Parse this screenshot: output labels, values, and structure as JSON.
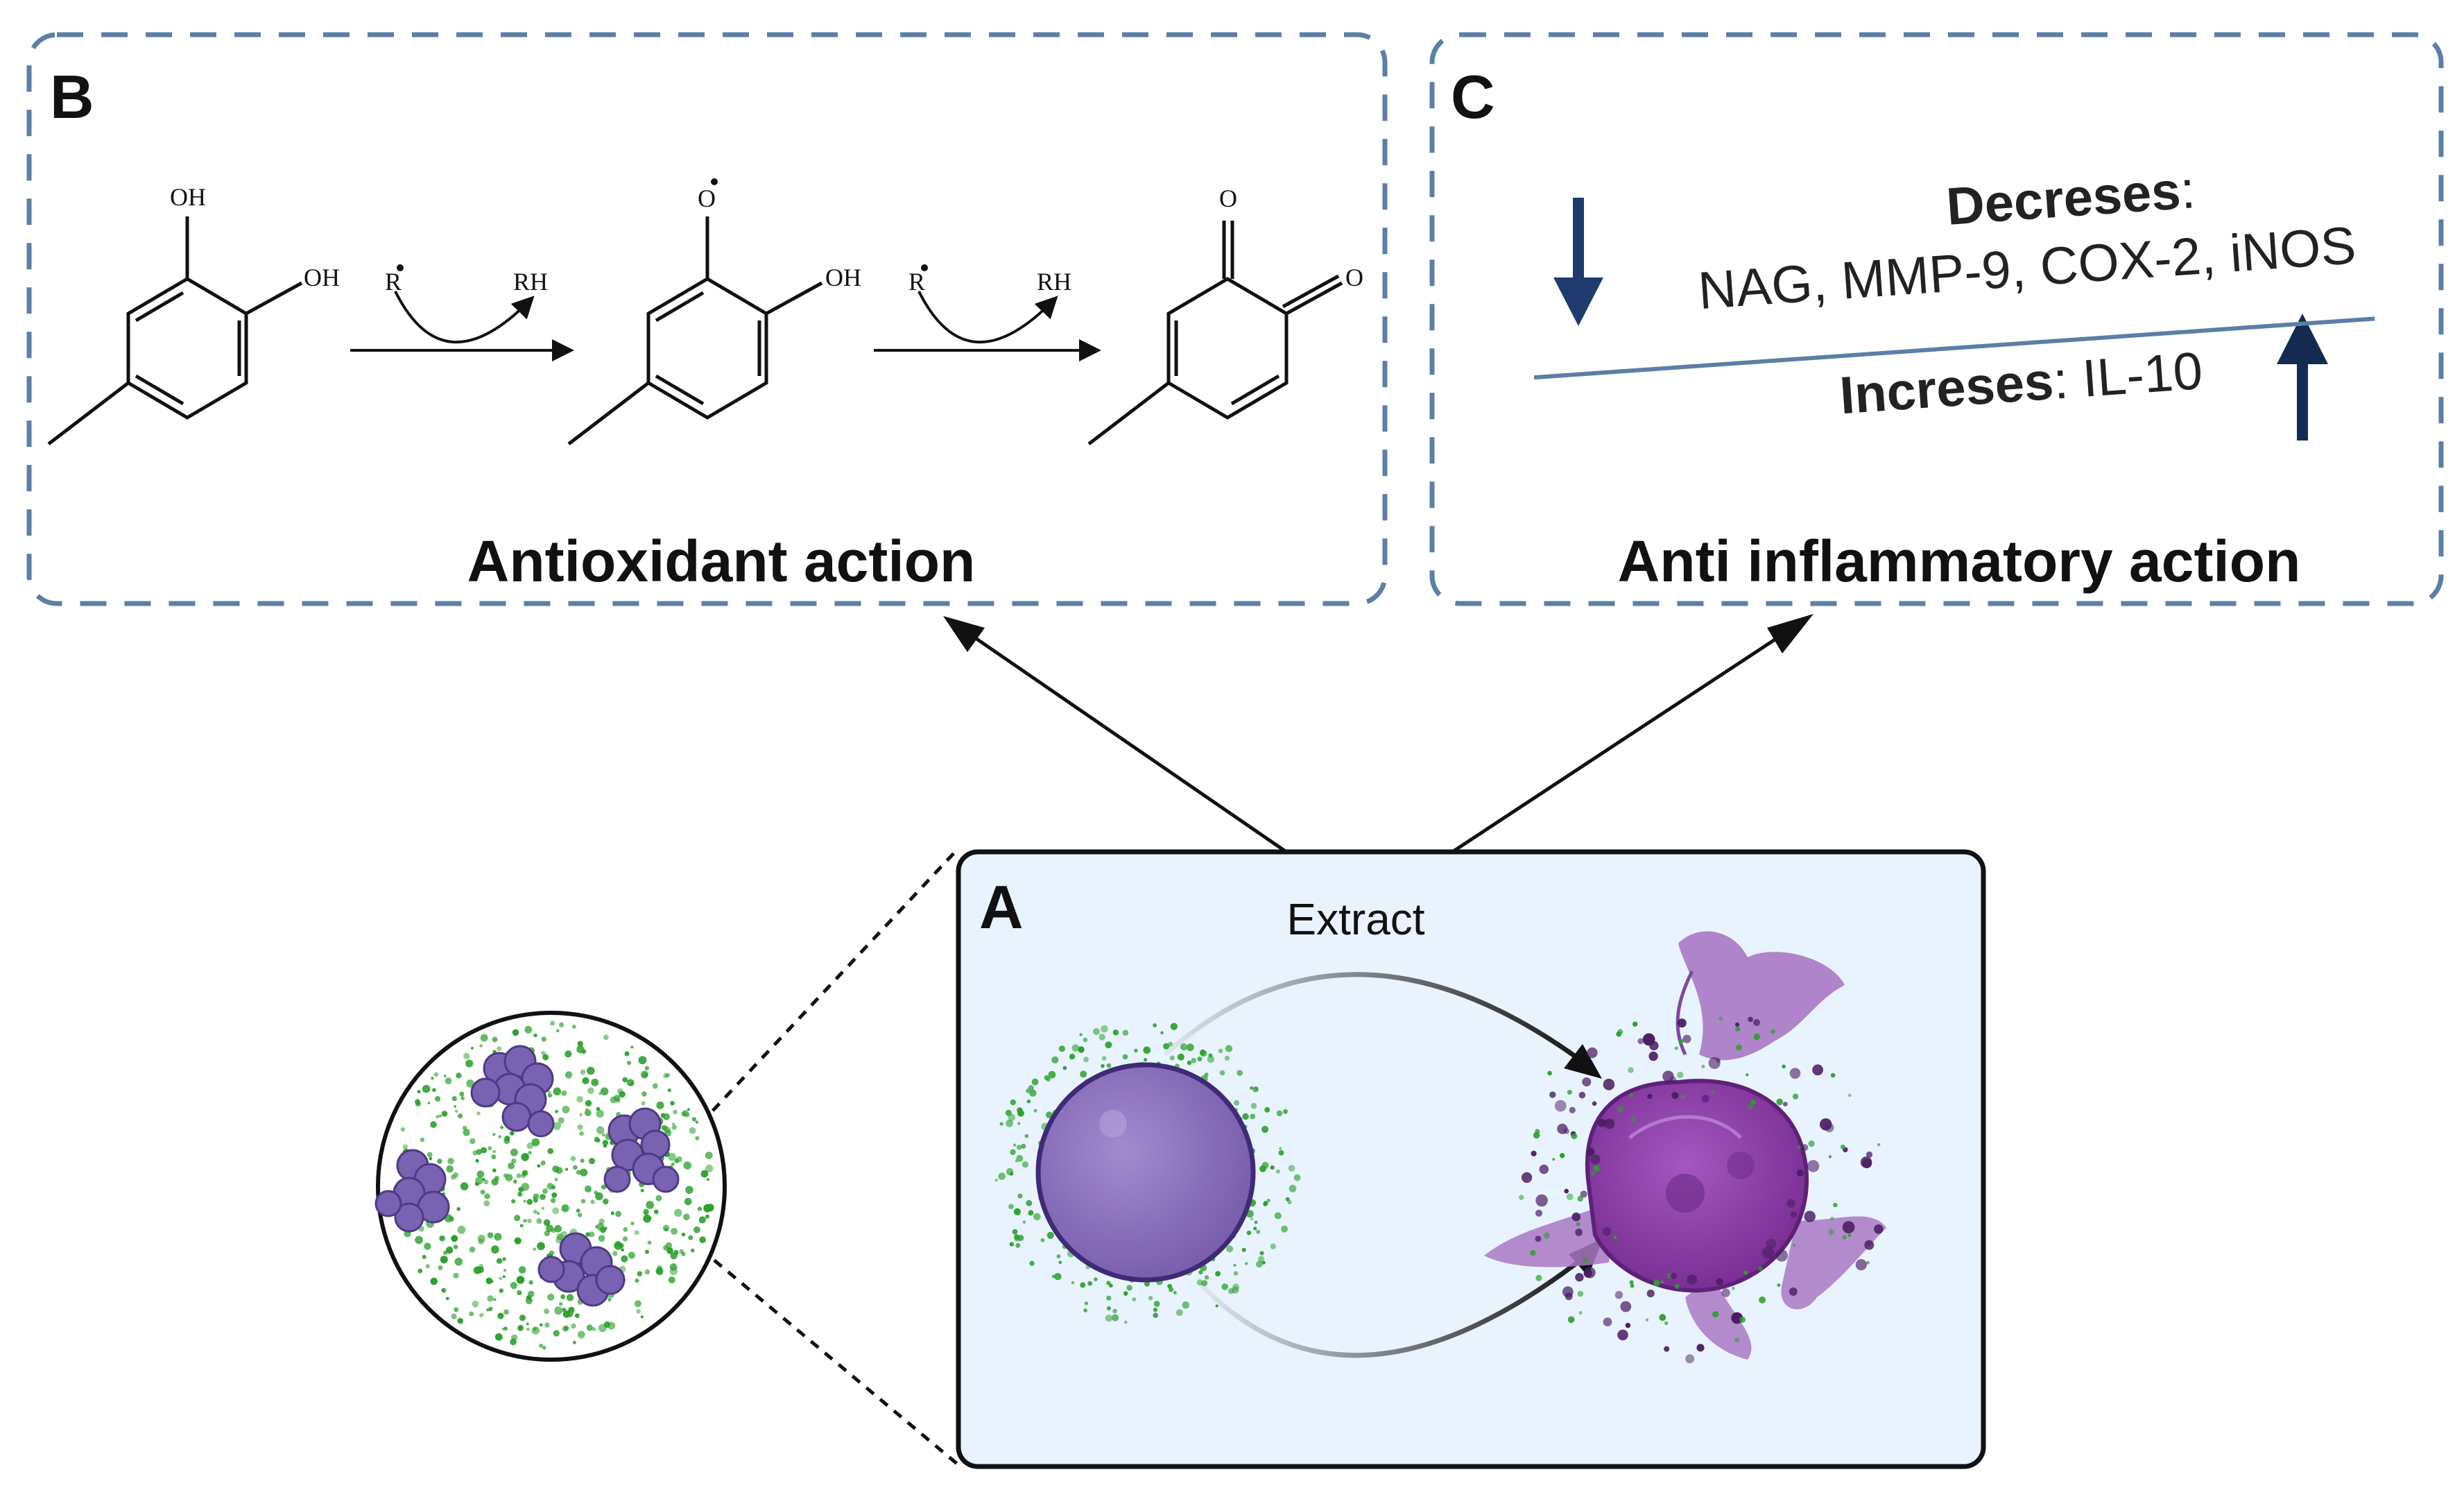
{
  "panel_b": {
    "letter": "B",
    "title": "Antioxidant action",
    "labels": {
      "oh_top": "OH",
      "oh_right": "OH",
      "r_radical_1": "R",
      "rh_1": "RH",
      "oh_mid": "OH",
      "r_radical_2": "R",
      "rh_2": "RH",
      "o_top": "O",
      "o_right": "O"
    }
  },
  "panel_c": {
    "letter": "C",
    "title": "Anti inflammatory action",
    "decreases_label": "Decreses",
    "decreases_colon": ":",
    "decreases_items": "NAG, MMP-9, COX-2, iNOS",
    "increases_label": "Increses",
    "increases_items": ": IL-10"
  },
  "panel_a": {
    "letter": "A",
    "extract_label": "Extract"
  },
  "colors": {
    "dashed_border": "#5b7fa6",
    "panel_a_bg": "#e9f3fd",
    "arrow_blue": "#1f3a6e",
    "cell_purple": "#8a6fb8",
    "macrophage_purple": "#8e3fa8",
    "particle_green": "#2ca02c"
  },
  "icons": {
    "down_arrow": "arrow-down-icon",
    "up_arrow": "arrow-up-icon"
  }
}
